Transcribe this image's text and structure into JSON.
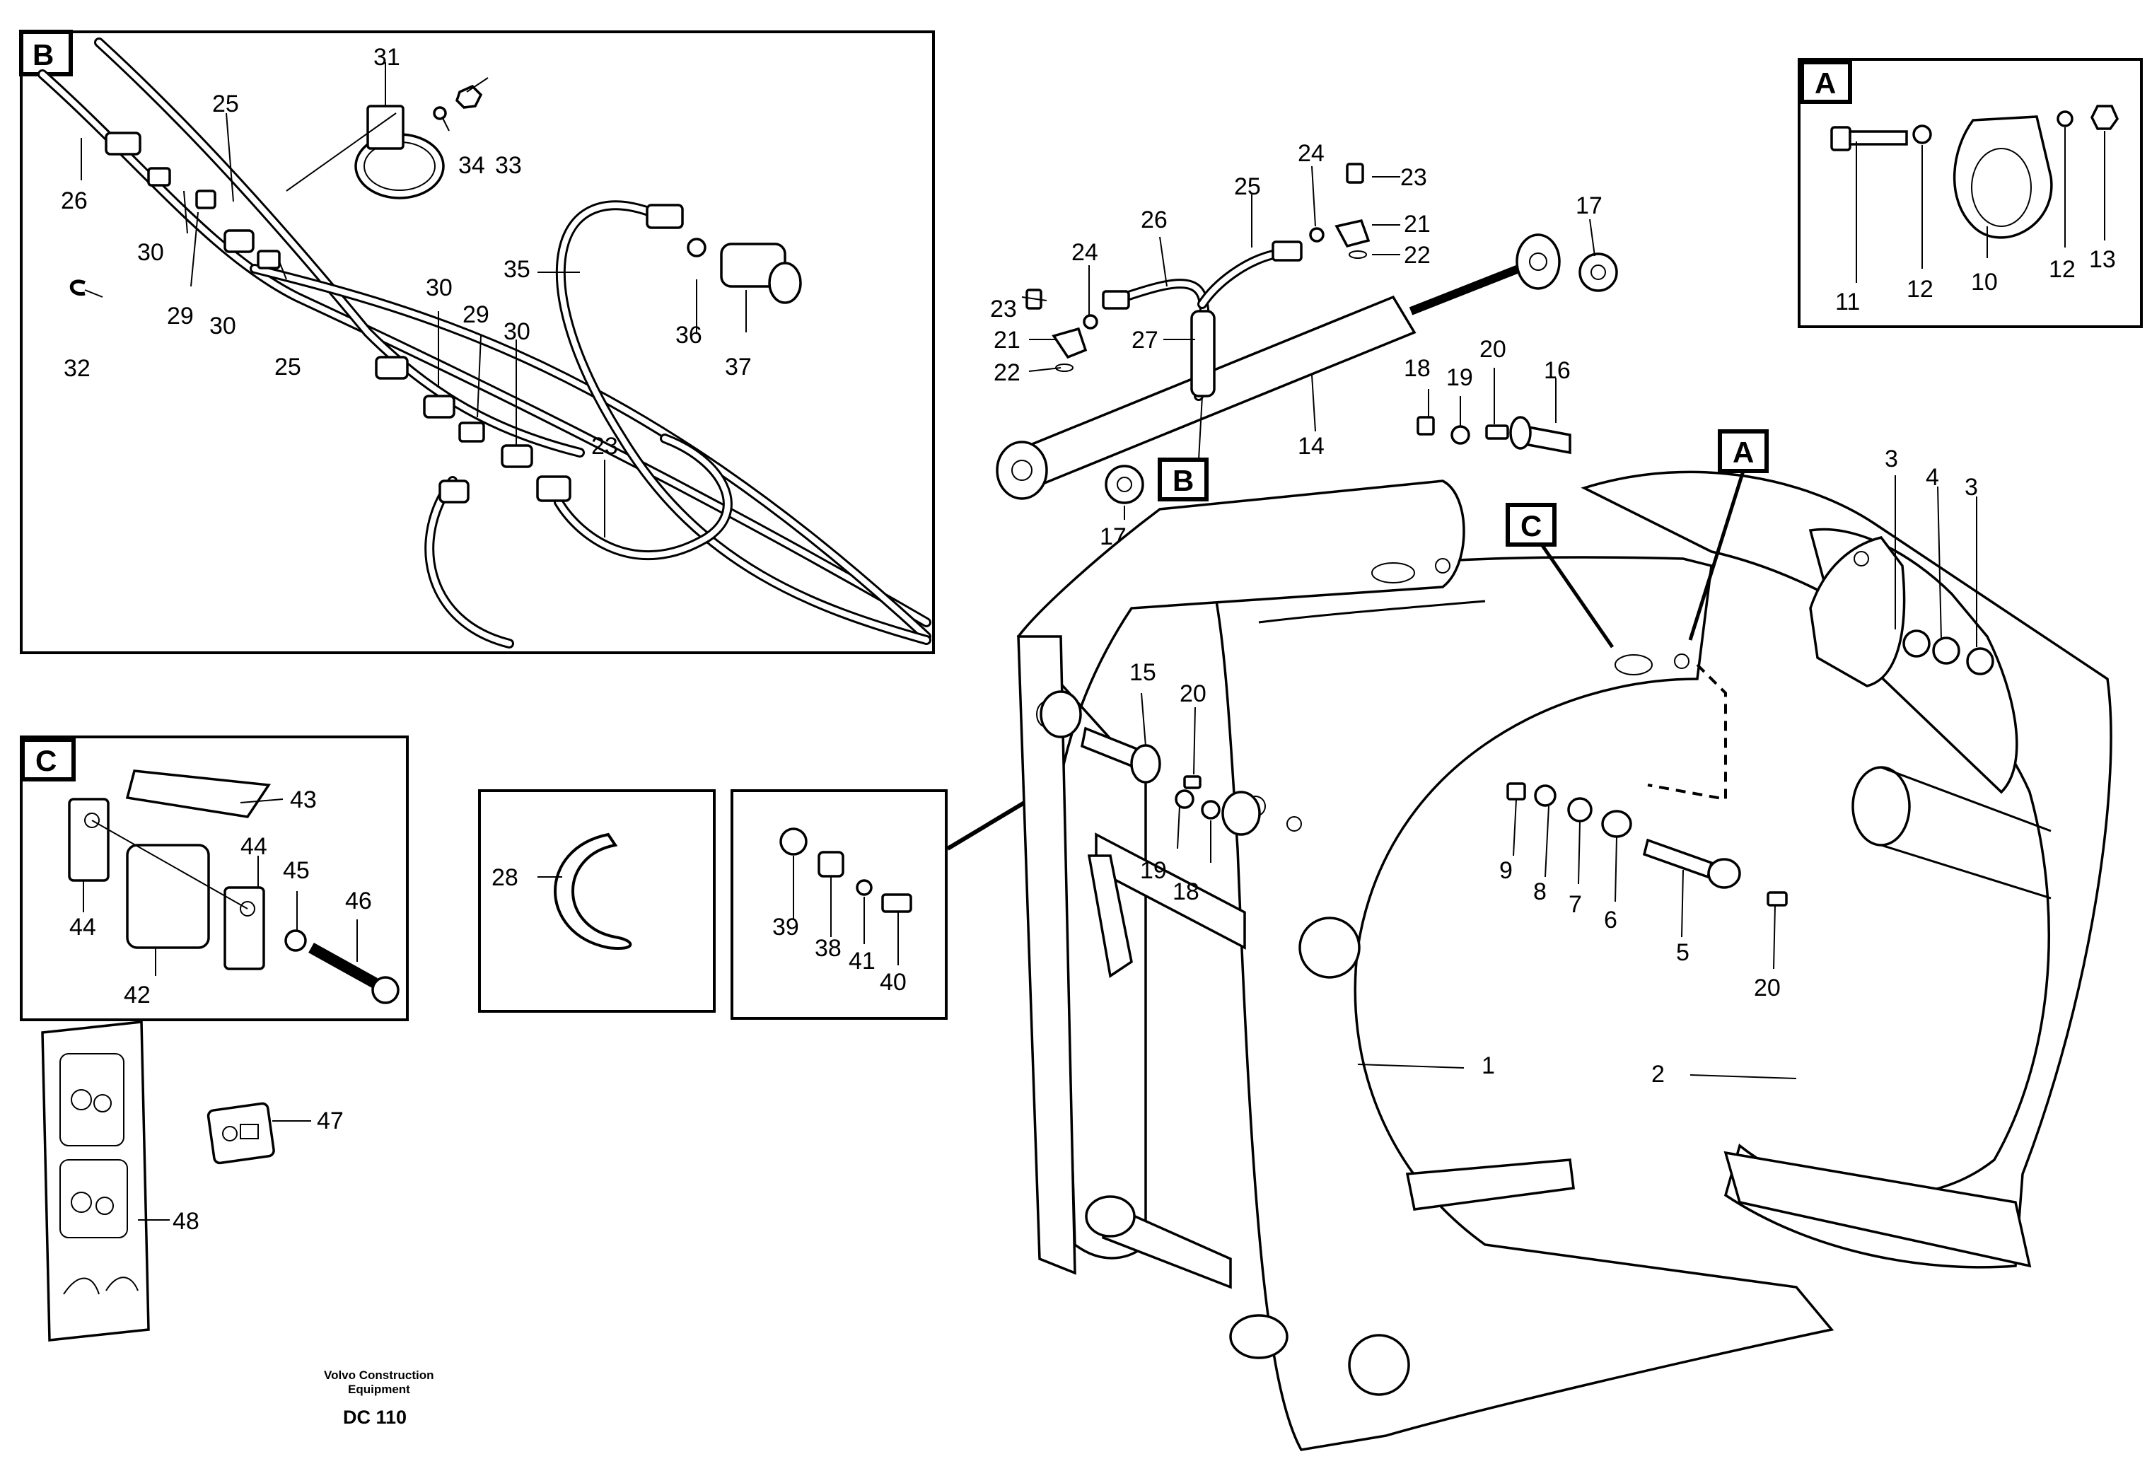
{
  "detail_boxes": {
    "b": "B",
    "a": "A",
    "c": "C"
  },
  "callouts": {
    "b": "B",
    "a": "A",
    "c": "C"
  },
  "parts": {
    "p1": "1",
    "p2": "2",
    "p3a": "3",
    "p3b": "3",
    "p4": "4",
    "p5": "5",
    "p6": "6",
    "p7": "7",
    "p8": "8",
    "p9": "9",
    "p10": "10",
    "p11": "11",
    "p12a": "12",
    "p12b": "12",
    "p13": "13",
    "p14": "14",
    "p15": "15",
    "p16": "16",
    "p17a": "17",
    "p17b": "17",
    "p18a": "18",
    "p18b": "18",
    "p19a": "19",
    "p19b": "19",
    "p20a": "20",
    "p20b": "20",
    "p20c": "20",
    "p21a": "21",
    "p21b": "21",
    "p22a": "22",
    "p22b": "22",
    "p23a": "23",
    "p23b": "23",
    "p24a": "24",
    "p24b": "24",
    "p25a": "25",
    "p25b": "25",
    "p25c": "25",
    "p26a": "26",
    "p26b": "26",
    "p27": "27",
    "p28": "28",
    "p29a": "29",
    "p29b": "29",
    "p30a": "30",
    "p30b": "30",
    "p30c": "30",
    "p30d": "30",
    "p31": "31",
    "p32": "32",
    "p33": "33",
    "p34": "34",
    "p35": "35",
    "p36": "36",
    "p37": "37",
    "p38": "38",
    "p39": "39",
    "p40": "40",
    "p41": "41",
    "p42": "42",
    "p43": "43",
    "p44a": "44",
    "p44b": "44",
    "p45": "45",
    "p46": "46",
    "p47": "47",
    "p48": "48",
    "p23c": "23"
  },
  "footer": {
    "line1": "Volvo Construction",
    "line2": "Equipment",
    "code": "DC 110"
  }
}
